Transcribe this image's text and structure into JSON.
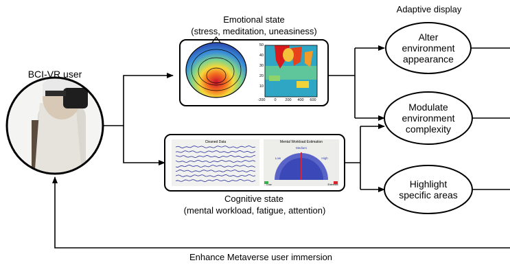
{
  "user": {
    "label": "BCI-VR user"
  },
  "emotional": {
    "title": "Emotional state",
    "subtitle": "(stress, meditation, uneasiness)",
    "heatmap_y_ticks": [
      "50",
      "40",
      "30",
      "20",
      "10"
    ],
    "heatmap_x_ticks": [
      "-200",
      "0",
      "200",
      "400",
      "600"
    ]
  },
  "cognitive": {
    "title": "Cognitive state",
    "subtitle": "(mental workload, fatigue, attention)",
    "eeg_panel_title": "Cleaned Data",
    "gauge_title": "Mental Workload Estimation",
    "gauge_medium": "Medium",
    "gauge_low": "Low",
    "gauge_high": "High",
    "gauge_left_tag": "Low",
    "gauge_right_tag": "Extreme"
  },
  "adaptive": {
    "header": "Adaptive display",
    "items": [
      {
        "lines": [
          "Alter",
          "environment",
          "appearance"
        ]
      },
      {
        "lines": [
          "Modulate",
          "environment",
          "complexity"
        ]
      },
      {
        "lines": [
          "Highlight",
          "specific areas"
        ]
      }
    ]
  },
  "feedback": {
    "label": "Enhance Metaverse user immersion"
  },
  "colors": {
    "stroke": "#000000",
    "gauge_blue": "#3b48b8",
    "gauge_needle": "#e0202a"
  }
}
